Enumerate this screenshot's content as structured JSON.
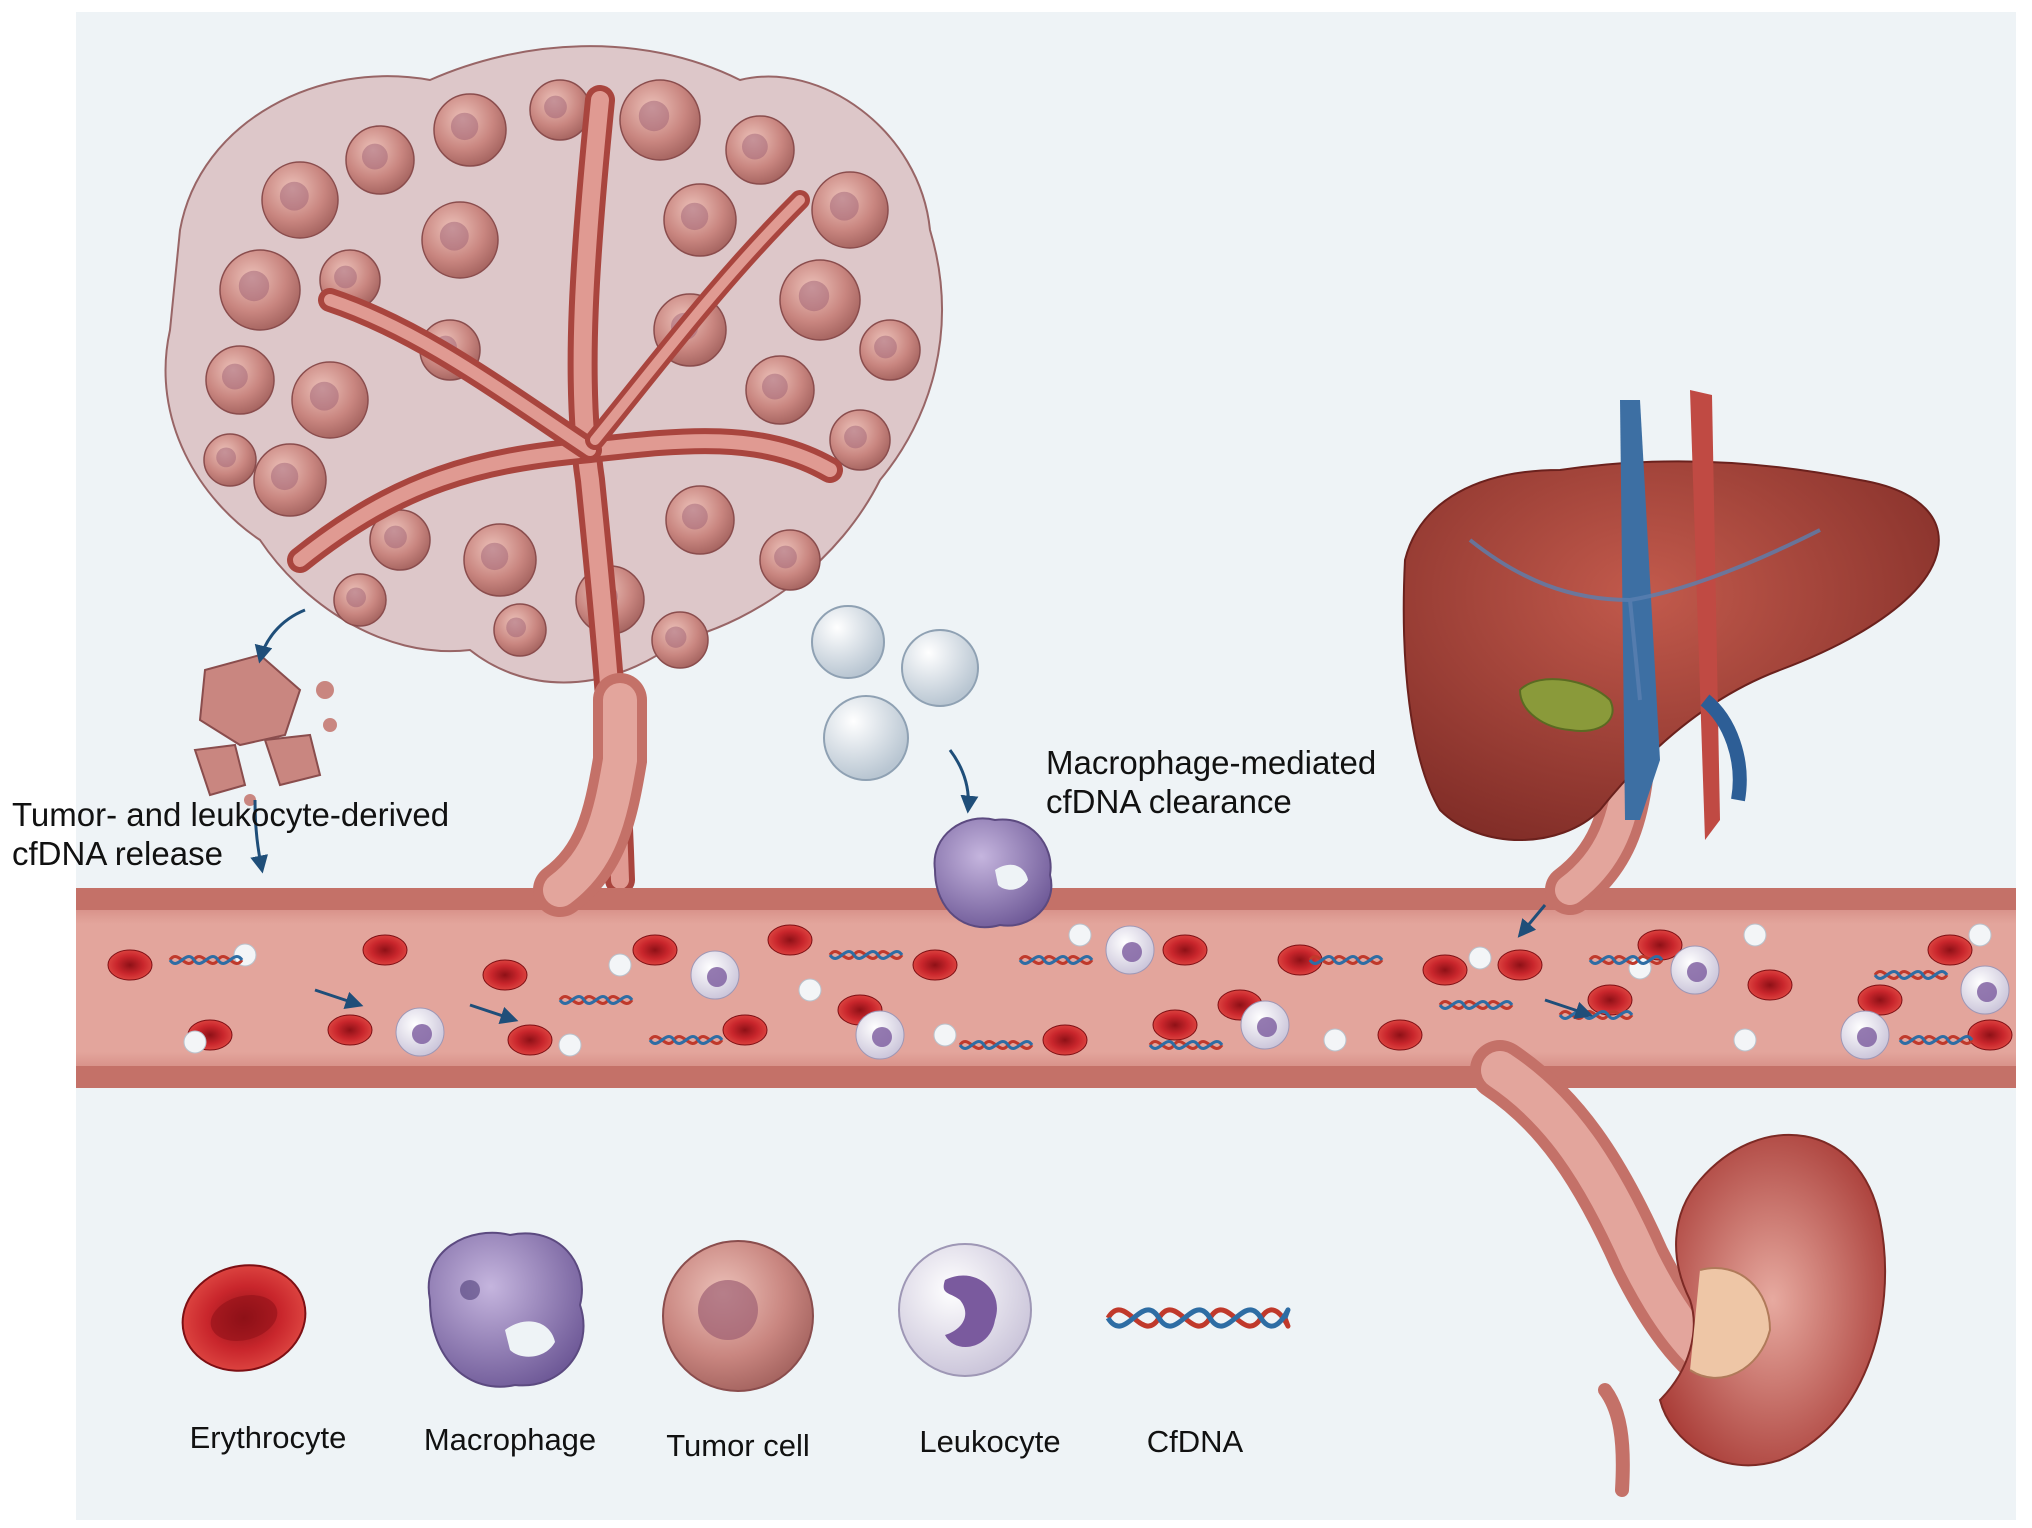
{
  "annotations": {
    "release": {
      "line1": "Tumor- and leukocyte-derived",
      "line2": "cfDNA release"
    },
    "clearance": {
      "line1": "Macrophage-mediated",
      "line2": "cfDNA clearance"
    }
  },
  "legend": {
    "erythrocyte": "Erythrocyte",
    "macrophage": "Macrophage",
    "tumor_cell": "Tumor cell",
    "leukocyte": "Leukocyte",
    "cfdna": "CfDNA"
  },
  "colors": {
    "background": "#eef3f6",
    "vessel_wall": "#d98e86",
    "vessel_lumen": "#e9a79f",
    "erythrocyte": "#c9262c",
    "macrophage": "#8d77b0",
    "tumor_cell": "#c98680",
    "leukocyte": "#e4e0ec",
    "leukocyte_nucleus": "#7a5a9e",
    "liver": "#9a3b33",
    "kidney": "#b84a44",
    "gallbladder": "#8a9a3a",
    "arrow": "#1f4e79",
    "dna_strand_a": "#c0392b",
    "dna_strand_b": "#2e6da4"
  },
  "icons": [
    "tumor-mass-icon",
    "liver-icon",
    "kidney-icon",
    "blood-vessel-icon",
    "erythrocyte-icon",
    "macrophage-icon",
    "tumor-cell-icon",
    "leukocyte-icon",
    "cfdna-icon"
  ]
}
